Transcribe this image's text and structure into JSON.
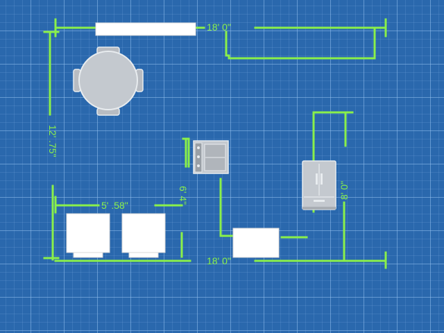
{
  "colors": {
    "background": "#2a68ad",
    "dimension_line": "#8af04a",
    "furniture_fill": "#ffffff",
    "appliance_fill": "#c4c9cf",
    "appliance_stroke": "#e8ecef"
  },
  "dimensions": {
    "top_width": "18' 0\"",
    "bottom_width": "18' 0\"",
    "left_height": "12' .75\"",
    "right_height": "8' 0\"",
    "counter_width": "5' .58\"",
    "counter_height": "6' 4\""
  }
}
